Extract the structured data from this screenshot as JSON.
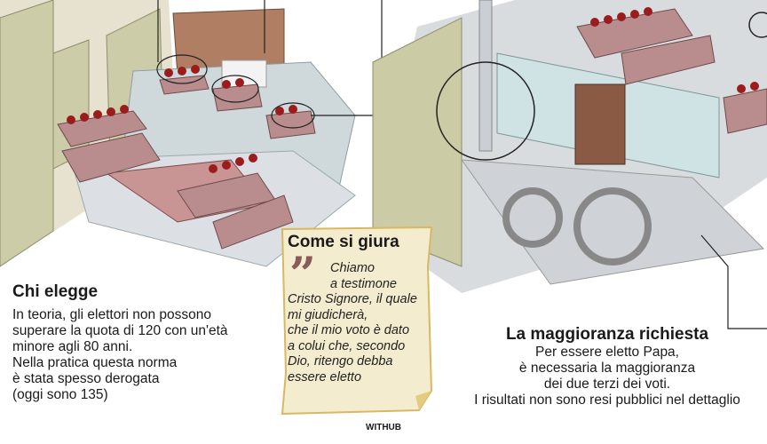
{
  "left_panel": {
    "title": "Chi elegge",
    "lines": [
      "In teoria, gli elettori non possono",
      "superare la quota di 120 con un'età",
      "minore agli 80 anni.",
      "Nella pratica questa norma",
      "è stata spesso derogata",
      "(oggi sono 135)"
    ]
  },
  "oath_panel": {
    "title": "Come si giura",
    "quote_icon": "quote-mark-icon",
    "lines": [
      "Chiamo",
      "a testimone",
      "Cristo Signore, il quale",
      "mi giudicherà,",
      "che il mio voto è dato",
      "a colui che, secondo",
      "Dio, ritengo debba",
      "essere eletto"
    ]
  },
  "right_panel": {
    "title": "La maggioranza richiesta",
    "lines": [
      "Per essere eletto Papa,",
      "è necessaria la maggioranza",
      "dei due terzi dei voti.",
      "I risultati non sono resi pubblici nel dettaglio"
    ]
  },
  "credit": "WITHUB",
  "colors": {
    "parchment": "#f4ecce",
    "parchment_border": "#d8b860",
    "quote": "#8a5a5a",
    "robe": "#9b1c1c",
    "table": "#b98d8d",
    "wall": "#cfe2e4"
  }
}
